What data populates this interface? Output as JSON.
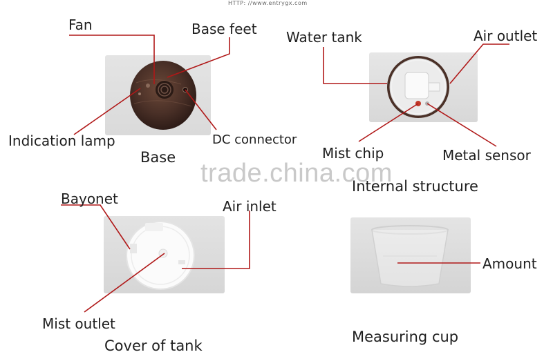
{
  "header": {
    "url": "HTTP: //www.entrygx.com"
  },
  "watermark": {
    "text": "trade.china.com"
  },
  "panels": {
    "base": {
      "caption": "Base",
      "labels": {
        "fan": "Fan",
        "base_feet": "Base feet",
        "indication_lamp": "Indication lamp",
        "dc_connector": "DC connector"
      }
    },
    "internal": {
      "caption": "Internal structure",
      "labels": {
        "water_tank": "Water tank",
        "air_outlet": "Air outlet",
        "mist_chip": "Mist chip",
        "metal_sensor": "Metal sensor"
      }
    },
    "cover": {
      "caption": "Cover of tank",
      "labels": {
        "bayonet": "Bayonet",
        "air_inlet": "Air inlet",
        "mist_outlet": "Mist outlet"
      }
    },
    "cup": {
      "caption": "Measuring cup",
      "labels": {
        "amount": "Amount"
      }
    }
  },
  "colors": {
    "callout_line": "#b01818",
    "wood_dark": "#3a2620",
    "wood_mid": "#5a3a2e"
  }
}
